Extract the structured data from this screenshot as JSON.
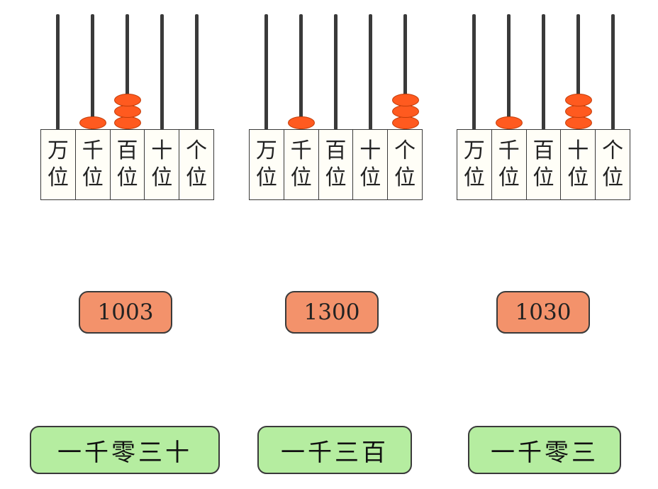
{
  "abaci": [
    {
      "place_labels": [
        {
          "top": "万",
          "bottom": "位"
        },
        {
          "top": "千",
          "bottom": "位"
        },
        {
          "top": "百",
          "bottom": "位"
        },
        {
          "top": "十",
          "bottom": "位"
        },
        {
          "top": "个",
          "bottom": "位"
        }
      ],
      "beads": [
        0,
        1,
        3,
        0,
        0
      ]
    },
    {
      "place_labels": [
        {
          "top": "万",
          "bottom": "位"
        },
        {
          "top": "千",
          "bottom": "位"
        },
        {
          "top": "百",
          "bottom": "位"
        },
        {
          "top": "十",
          "bottom": "位"
        },
        {
          "top": "个",
          "bottom": "位"
        }
      ],
      "beads": [
        0,
        1,
        0,
        0,
        3
      ]
    },
    {
      "place_labels": [
        {
          "top": "万",
          "bottom": "位"
        },
        {
          "top": "千",
          "bottom": "位"
        },
        {
          "top": "百",
          "bottom": "位"
        },
        {
          "top": "十",
          "bottom": "位"
        },
        {
          "top": "个",
          "bottom": "位"
        }
      ],
      "beads": [
        0,
        1,
        0,
        3,
        0
      ]
    }
  ],
  "numbers": [
    "1003",
    "1300",
    "1030"
  ],
  "words": [
    "一千零三十",
    "一千三百",
    "一千零三"
  ],
  "colors": {
    "bead": "#ff5a1f",
    "number_tag": "#f3926b",
    "word_tag": "#b5eda0"
  }
}
